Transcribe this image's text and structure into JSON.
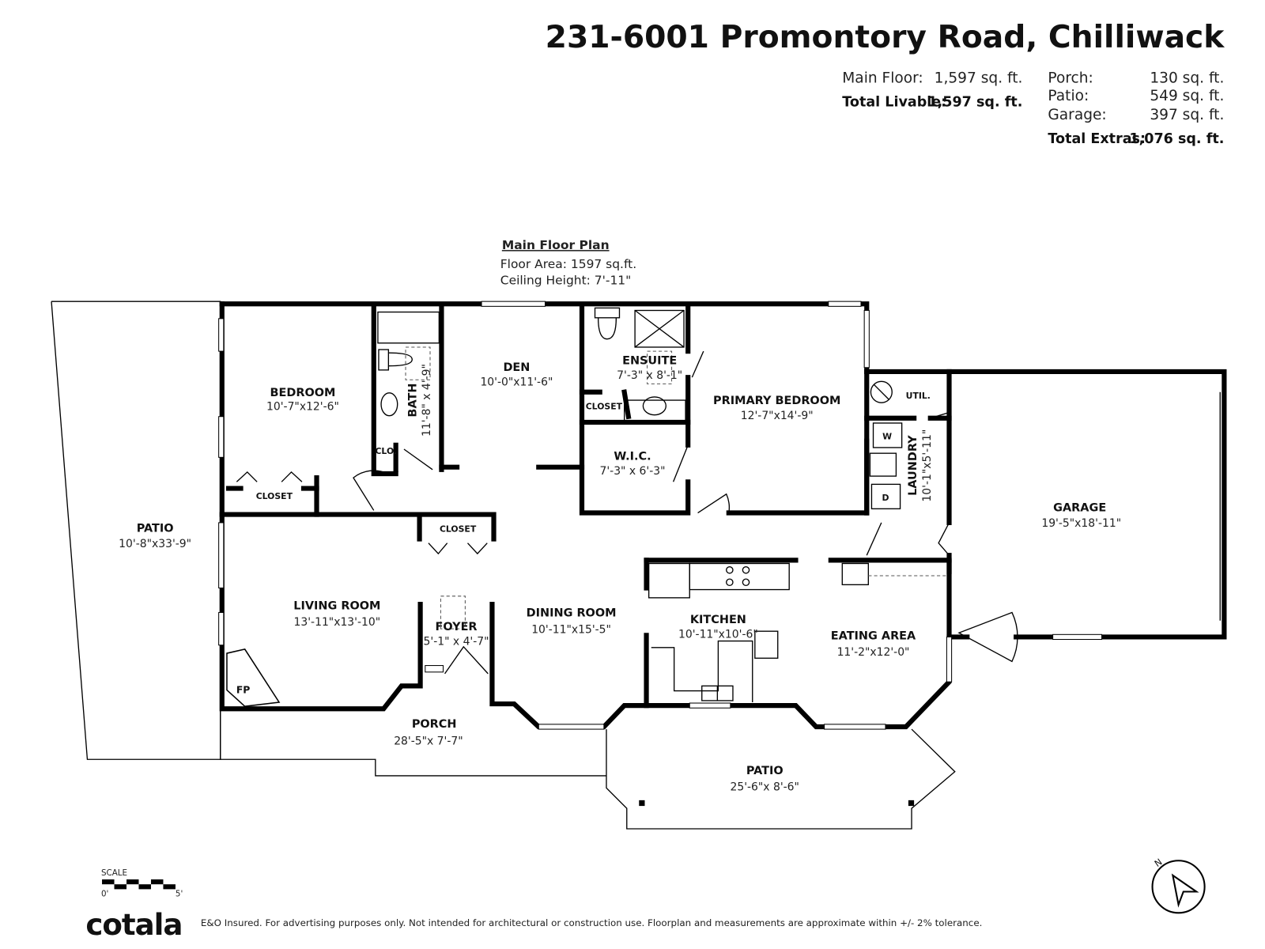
{
  "header": {
    "title": "231-6001 Promontory Road, Chilliwack",
    "main_floor_label": "Main Floor:",
    "main_floor_value": "1,597 sq. ft.",
    "total_livable_label": "Total Livable:",
    "total_livable_value": "1,597 sq. ft.",
    "porch_label": "Porch:",
    "porch_value": "130 sq. ft.",
    "patio_label": "Patio:",
    "patio_value": "549 sq. ft.",
    "garage_label": "Garage:",
    "garage_value": "397 sq. ft.",
    "total_extras_label": "Total Extras:",
    "total_extras_value": "1,076 sq. ft."
  },
  "plan": {
    "heading": "Main Floor Plan",
    "floor_area": "Floor Area: 1597 sq.ft.",
    "ceiling_height": "Ceiling Height: 7'-11\""
  },
  "rooms": {
    "bedroom": {
      "name": "BEDROOM",
      "dims": "10'-7\"x12'-6\""
    },
    "bath": {
      "name": "BATH",
      "dims": "11'-8\" x 4'-9\""
    },
    "den": {
      "name": "DEN",
      "dims": "10'-0\"x11'-6\""
    },
    "ensuite": {
      "name": "ENSUITE",
      "dims": "7'-3\" x 8'-1\""
    },
    "primary_bedroom": {
      "name": "PRIMARY BEDROOM",
      "dims": "12'-7\"x14'-9\""
    },
    "wic": {
      "name": "W.I.C.",
      "dims": "7'-3\" x 6'-3\""
    },
    "util": {
      "name": "UTIL."
    },
    "laundry": {
      "name": "LAUNDRY",
      "dims": "10'-1\"x5'-11\""
    },
    "garage": {
      "name": "GARAGE",
      "dims": "19'-5\"x18'-11\""
    },
    "patio_side": {
      "name": "PATIO",
      "dims": "10'-8\"x33'-9\""
    },
    "living_room": {
      "name": "LIVING ROOM",
      "dims": "13'-11\"x13'-10\""
    },
    "foyer": {
      "name": "FOYER",
      "dims": "5'-1\" x 4'-7\""
    },
    "dining_room": {
      "name": "DINING ROOM",
      "dims": "10'-11\"x15'-5\""
    },
    "kitchen": {
      "name": "KITCHEN",
      "dims": "10'-11\"x10'-6\""
    },
    "eating_area": {
      "name": "EATING AREA",
      "dims": "11'-2\"x12'-0\""
    },
    "porch": {
      "name": "PORCH",
      "dims": "28'-5\"x 7'-7\""
    },
    "patio_rear": {
      "name": "PATIO",
      "dims": "25'-6\"x 8'-6\""
    },
    "closet_bedroom": "CLOSET",
    "closet_hall": "CLOSET",
    "closet_ensuite": "CLOSET",
    "clo_bath": "CLO.",
    "fireplace": "FP",
    "washer": "W",
    "dryer": "D"
  },
  "scale": {
    "label": "SCALE",
    "start": "0'",
    "end": "5'"
  },
  "compass": {
    "north": "N",
    "icon": "north-arrow-icon"
  },
  "footer": {
    "logo": "cotala",
    "disclaimer": "E&O Insured. For advertising purposes only. Not intended for architectural or construction use. Floorplan and measurements are approximate within +/- 2% tolerance."
  }
}
